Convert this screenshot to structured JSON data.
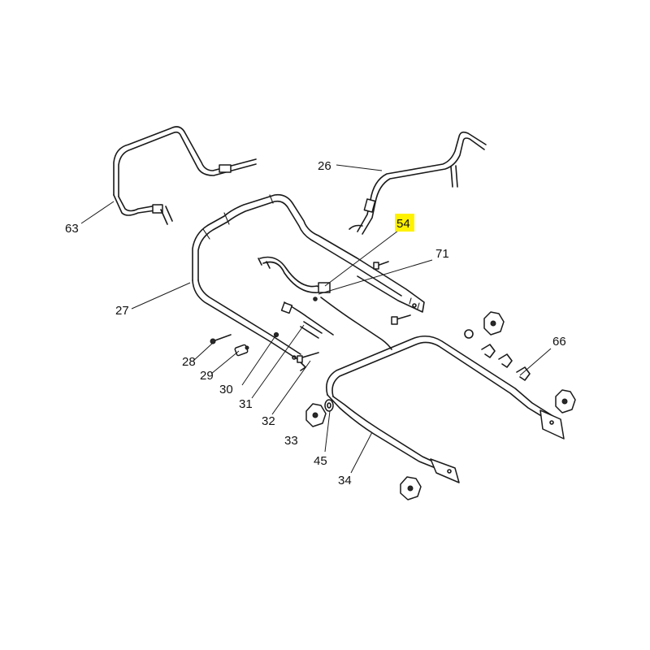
{
  "callouts": [
    {
      "id": "c63",
      "label": "63"
    },
    {
      "id": "c26",
      "label": "26"
    },
    {
      "id": "c54",
      "label": "54",
      "highlighted": true
    },
    {
      "id": "c71",
      "label": "71"
    },
    {
      "id": "c27",
      "label": "27"
    },
    {
      "id": "c66",
      "label": "66"
    },
    {
      "id": "c28",
      "label": "28"
    },
    {
      "id": "c29",
      "label": "29"
    },
    {
      "id": "c30",
      "label": "30"
    },
    {
      "id": "c31",
      "label": "31"
    },
    {
      "id": "c32",
      "label": "32"
    },
    {
      "id": "c33",
      "label": "33"
    },
    {
      "id": "c45",
      "label": "45"
    },
    {
      "id": "c34",
      "label": "34"
    }
  ],
  "colors": {
    "line": "#1a1a1a",
    "highlight": "#fff200",
    "background": "#ffffff"
  }
}
